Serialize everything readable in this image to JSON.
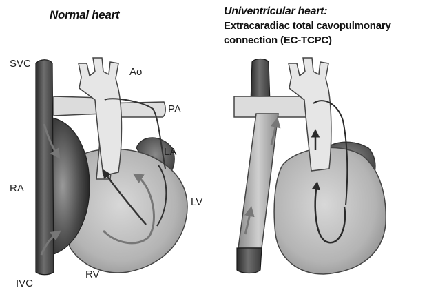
{
  "titles": {
    "normal": "Normal heart",
    "univentricular": "Univentricular heart:",
    "procedure_line1": "Extracaradiac total cavopulmonary",
    "procedure_line2": "connection (EC-TCPC)"
  },
  "labels": {
    "svc": "SVC",
    "ao": "Ao",
    "pa": "PA",
    "la": "LA",
    "ra": "RA",
    "lv": "LV",
    "rv": "RV",
    "ivc": "IVC"
  }
}
